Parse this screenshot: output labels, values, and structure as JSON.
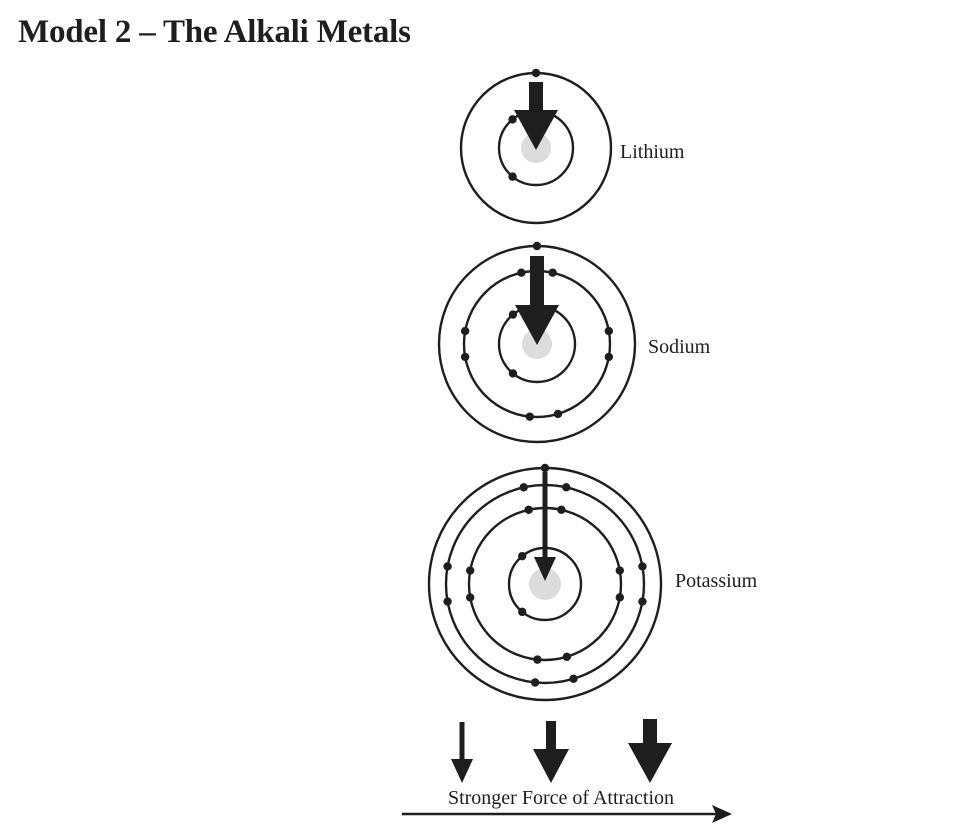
{
  "header": {
    "title": "Model 2 – The Alkali Metals"
  },
  "colors": {
    "ink": "#1e1e1e",
    "nucleus": "#dcdcdc",
    "background": "#ffffff"
  },
  "atoms": [
    {
      "name": "Lithium",
      "shell_electrons": [
        2,
        1
      ],
      "attraction_arrow_size": "large"
    },
    {
      "name": "Sodium",
      "shell_electrons": [
        2,
        8,
        1
      ],
      "attraction_arrow_size": "large"
    },
    {
      "name": "Potassium",
      "shell_electrons": [
        2,
        8,
        8,
        1
      ],
      "attraction_arrow_size": "small"
    }
  ],
  "legend": {
    "caption": "Stronger Force of Attraction",
    "arrow_sizes": [
      "small",
      "medium",
      "large"
    ]
  }
}
